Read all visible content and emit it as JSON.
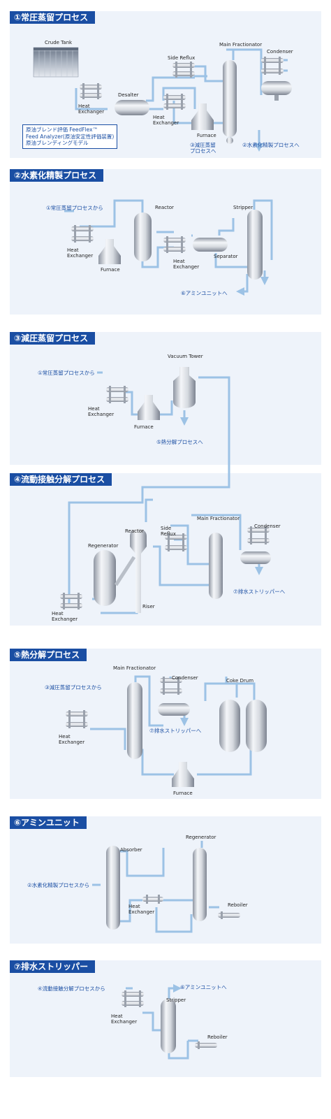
{
  "sections": [
    {
      "title": "①常圧蒸留プロセス",
      "labels": {
        "crude_tank": "Crude Tank",
        "desalter": "Desalter",
        "side_reflux": "Side Reflux",
        "main_fractionator": "Main Fractionator",
        "condenser": "Condenser",
        "heat_exchanger_1": "Heat\nExchanger",
        "heat_exchanger_2": "Heat\nExchanger",
        "furnace": "Furnace",
        "to_vacuum": "③減圧蒸留\nプロセスへ",
        "to_hydro": "②水素化精製プロセスへ"
      },
      "info_box": "原油ブレンド評価 FeedFlex™\nFeed Analyzer(原油安定性評価装置)\n原油ブレンディングモデル"
    },
    {
      "title": "②水素化精製プロセス",
      "labels": {
        "from_atm": "①常圧蒸留プロセスから",
        "reactor": "Reactor",
        "stripper": "Stripper",
        "heat_exchanger_1": "Heat\nExchanger",
        "furnace": "Furnace",
        "heat_exchanger_2": "Heat\nExchanger",
        "separator": "Separator",
        "to_amine": "⑥アミンユニットへ"
      }
    },
    {
      "title": "③減圧蒸留プロセス",
      "labels": {
        "vacuum_tower": "Vacuum Tower",
        "from_atm": "①常圧蒸留プロセスから",
        "heat_exchanger": "Heat\nExchanger",
        "furnace": "Furnace",
        "to_thermal": "⑤熱分解プロセスへ"
      }
    },
    {
      "title": "④流動接触分解プロセス",
      "labels": {
        "reactor": "Reactor",
        "main_fractionator": "Main Fractionator",
        "side_reflux": "Side\nReflux",
        "condenser": "Condenser",
        "regenerator": "Regenerator",
        "to_sws": "⑦排水ストリッパーへ",
        "riser": "Riser",
        "heat_exchanger": "Heat\nExchanger"
      }
    },
    {
      "title": "⑤熱分解プロセス",
      "labels": {
        "main_fractionator": "Main Fractionator",
        "condenser": "Condenser",
        "coke_drum": "Coke Drum",
        "from_vacuum": "③減圧蒸留プロセスから",
        "heat_exchanger": "Heat\nExchanger",
        "to_sws": "⑦排水ストリッパーへ",
        "furnace": "Furnace"
      }
    },
    {
      "title": "⑥アミンユニット",
      "labels": {
        "regenerator": "Regenerator",
        "absorber": "Absorber",
        "from_hydro": "②水素化精製プロセスから",
        "heat_exchanger": "Heat\nExchanger",
        "reboiler": "Reboiler"
      }
    },
    {
      "title": "⑦排水ストリッパー",
      "labels": {
        "from_fcc": "④流動接触分解プロセスから",
        "to_amine": "⑥アミンユニットへ",
        "stripper": "Stripper",
        "heat_exchanger": "Heat\nExchanger",
        "reboiler": "Reboiler"
      }
    }
  ],
  "colors": {
    "title_bg": "#1a4ea3",
    "panel_bg": "#eef3fa",
    "pipe": "#9cc2e5",
    "flow_text": "#1a4ea3",
    "equipment": "#c9ced6"
  }
}
